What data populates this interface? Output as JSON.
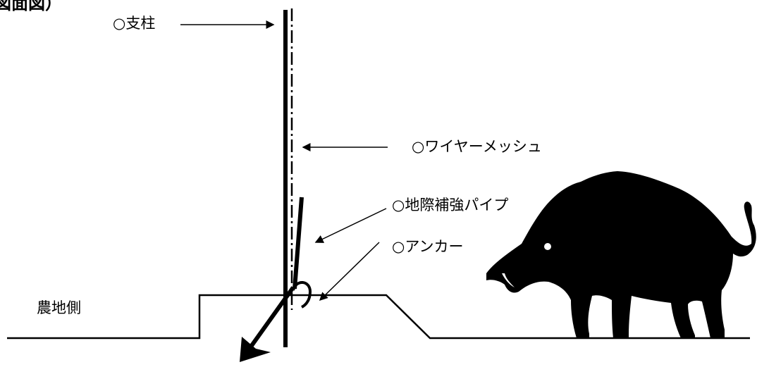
{
  "title_fragment": "図面図）",
  "labels": {
    "post": "○支柱",
    "wire_mesh": "○ワイヤーメッシュ",
    "pipe": "○地際補強パイプ",
    "anchor": "○アンカー",
    "farmland_side": "農地側"
  },
  "icons": {
    "animal": "wild-boar-silhouette"
  },
  "colors": {
    "ink": "#000000",
    "background": "#ffffff"
  }
}
